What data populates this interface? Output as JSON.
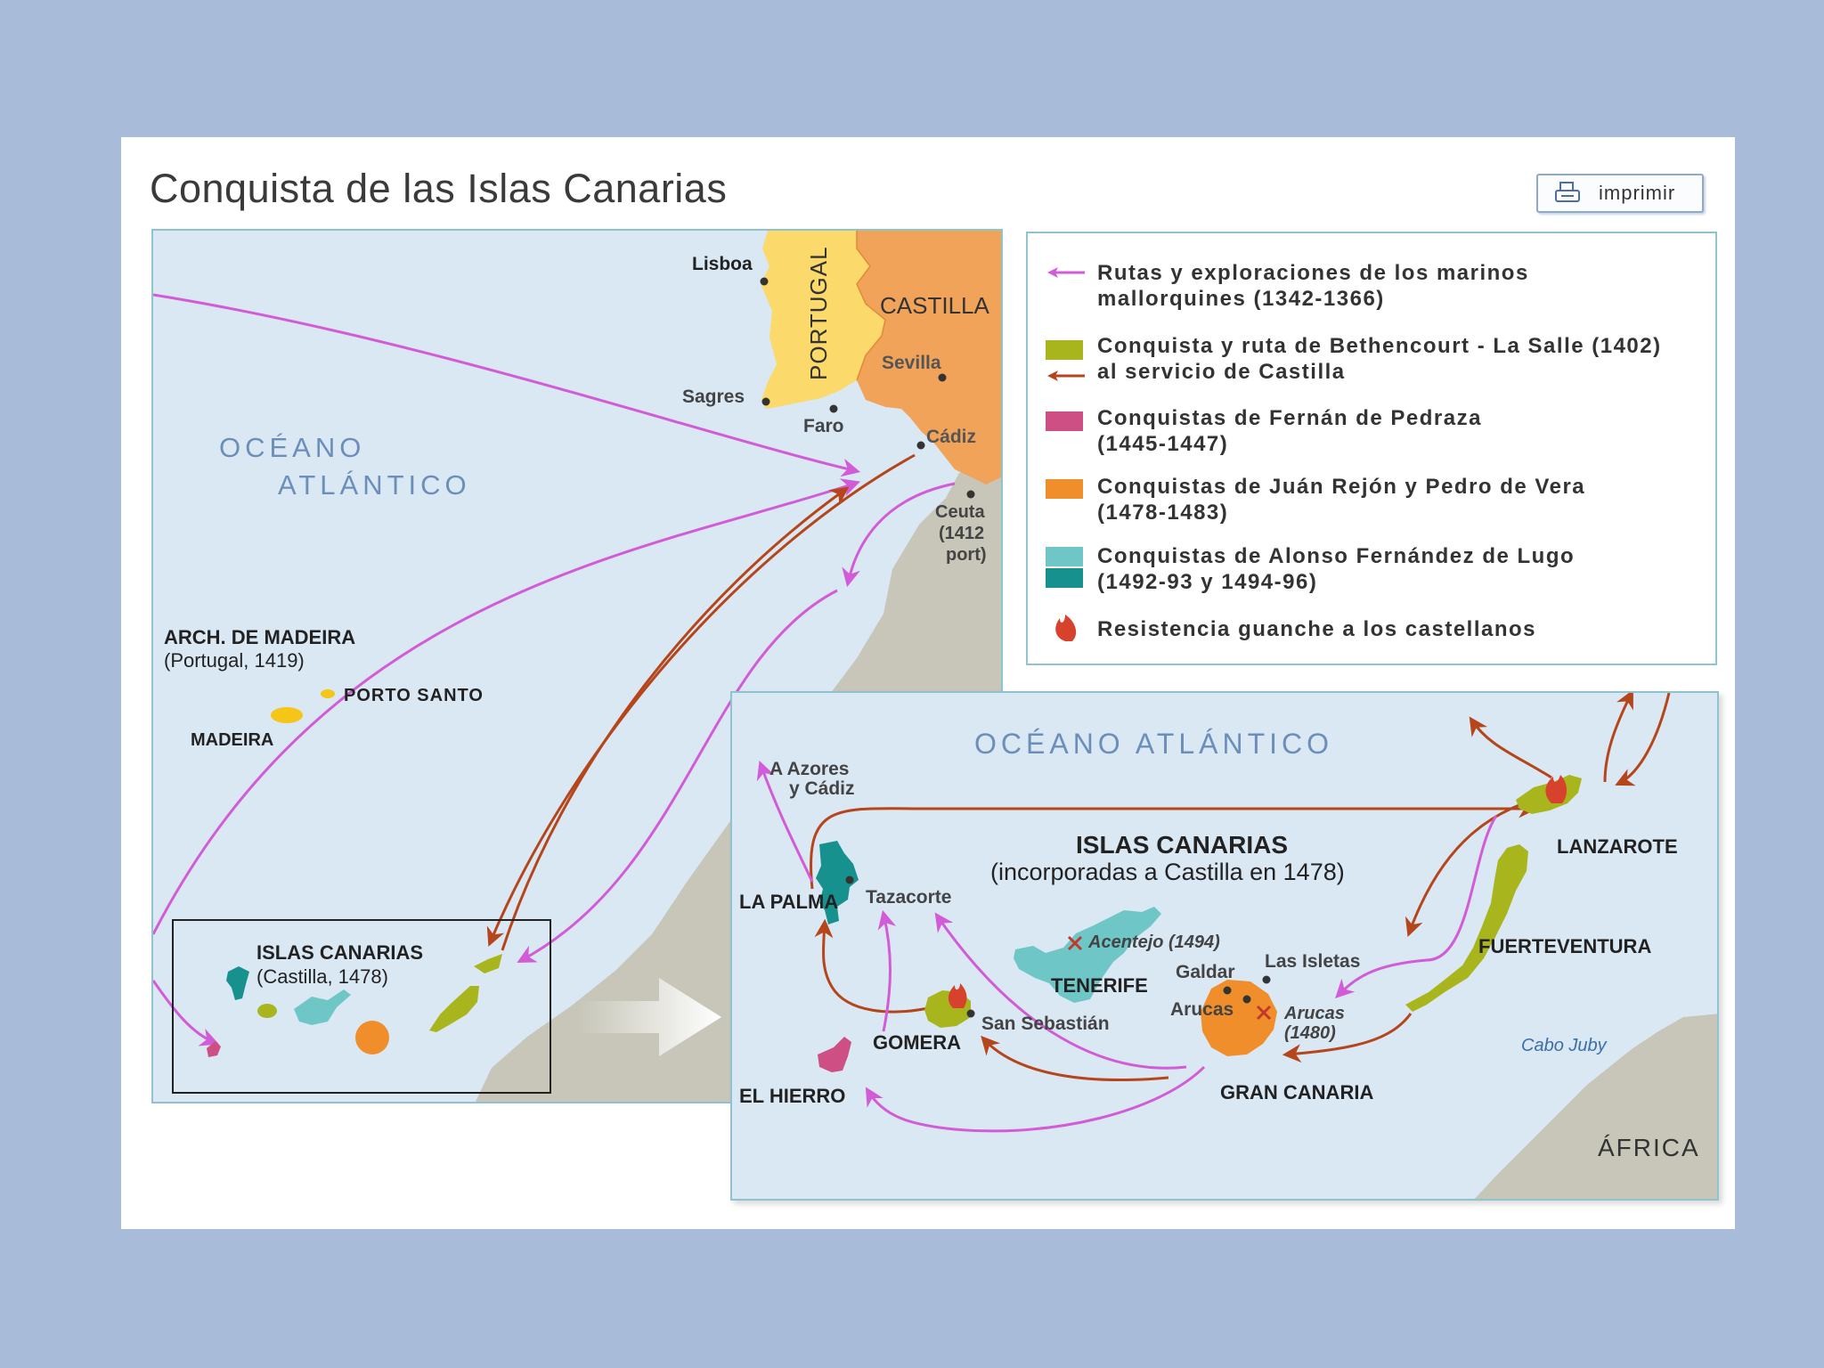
{
  "title": "Conquista de las Islas Canarias",
  "print_button": {
    "label": "imprimir",
    "icon": "printer-icon"
  },
  "colors": {
    "background": "#a8bcd9",
    "sea": "#dae8f4",
    "land_gray": "#c7c6b9",
    "portugal": "#fbd96a",
    "castilla": "#f2a35a",
    "route_mallorca": "#d25bd8",
    "route_bethencourt": "#b5451b",
    "bethencourt": "#a9b51c",
    "pedraza": "#cd4f83",
    "rejon_vera": "#f08e2b",
    "lugo_light": "#6ec6c6",
    "lugo_dark": "#17918d",
    "resistance": "#d7422c"
  },
  "legend": [
    {
      "id": "mallorca",
      "text": "Rutas y exploraciones de los marinos mallorquines (1342-1366)",
      "lines": [
        "Rutas y exploraciones de los marinos",
        "mallorquines (1342-1366)"
      ],
      "symbol": "arrow"
    },
    {
      "id": "bethencourt",
      "text": "Conquista y ruta de Bethencourt - La Salle (1402) al servicio de Castilla",
      "lines": [
        "Conquista y ruta de Bethencourt - La Salle (1402)",
        "al servicio de Castilla"
      ],
      "symbol": "swatch-arrow"
    },
    {
      "id": "pedraza",
      "text": "Conquistas de Fernán de Pedraza (1445-1447)",
      "lines": [
        "Conquistas de Fernán de Pedraza",
        "(1445-1447)"
      ],
      "symbol": "swatch"
    },
    {
      "id": "rejon",
      "text": "Conquistas de Juán Rejón y Pedro de Vera (1478-1483)",
      "lines": [
        "Conquistas de Juán Rejón y Pedro de Vera",
        "(1478-1483)"
      ],
      "symbol": "swatch"
    },
    {
      "id": "lugo",
      "text": "Conquistas de Alonso Fernández de Lugo (1492-93 y 1494-96)",
      "lines": [
        "Conquistas de Alonso Fernández de Lugo",
        "(1492-93 y 1494-96)"
      ],
      "symbol": "double-swatch"
    },
    {
      "id": "resistance",
      "text": "Resistencia guanche a los castellanos",
      "lines": [
        "Resistencia guanche a los castellanos"
      ],
      "symbol": "flame-icon"
    }
  ],
  "map_overview": {
    "ocean": [
      "OCÉANO",
      "ATLÁNTICO"
    ],
    "regions": {
      "portugal": "PORTUGAL",
      "castilla": "CASTILLA"
    },
    "cities": {
      "lisboa": "Lisboa",
      "sagres": "Sagres",
      "faro": "Faro",
      "sevilla": "Sevilla",
      "cadiz": "Cádiz",
      "ceuta": [
        "Ceuta",
        "(1412",
        "port)"
      ]
    },
    "madeira": {
      "title": "ARCH. DE MADEIRA",
      "subtitle": "(Portugal, 1419)",
      "porto_santo": "PORTO SANTO",
      "madeira": "MADEIRA"
    },
    "canarias": {
      "title": "ISLAS CANARIAS",
      "subtitle": "(Castilla, 1478)"
    }
  },
  "map_detail": {
    "ocean": "OCÉANO ATLÁNTICO",
    "title": "ISLAS CANARIAS",
    "subtitle": "(incorporadas a Castilla en 1478)",
    "azores_note": [
      "A Azores",
      "y Cádiz"
    ],
    "islands": {
      "la_palma": "LA PALMA",
      "gomera": "GOMERA",
      "el_hierro": "EL HIERRO",
      "tenerife": "TENERIFE",
      "gran_canaria": "GRAN CANARIA",
      "lanzarote": "LANZAROTE",
      "fuerteventura": "FUERTEVENTURA"
    },
    "places": {
      "tazacorte": "Tazacorte",
      "san_sebastian": "San Sebastián",
      "acentejo": "Acentejo (1494)",
      "galdar": "Galdar",
      "las_isletas": "Las Isletas",
      "arucas_town": "Arucas",
      "arucas_battle": [
        "Arucas",
        "(1480)"
      ],
      "cabo_juby": "Cabo Juby",
      "africa": "ÁFRICA"
    }
  }
}
